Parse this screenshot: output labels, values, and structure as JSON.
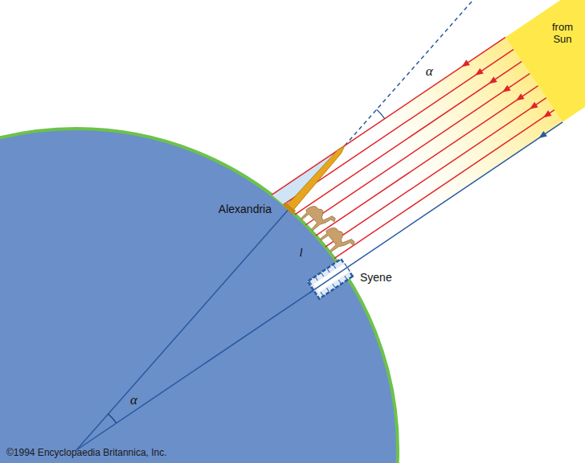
{
  "diagram": {
    "nodes": [
      {
        "text": [
          "from Sun"
        ]
      }
    ],
    "labels": [
      "α",
      "Alexandria",
      "l",
      "Syene",
      "α",
      "©1994 Encyclopaedia Britannica, Inc."
    ]
  }
}
